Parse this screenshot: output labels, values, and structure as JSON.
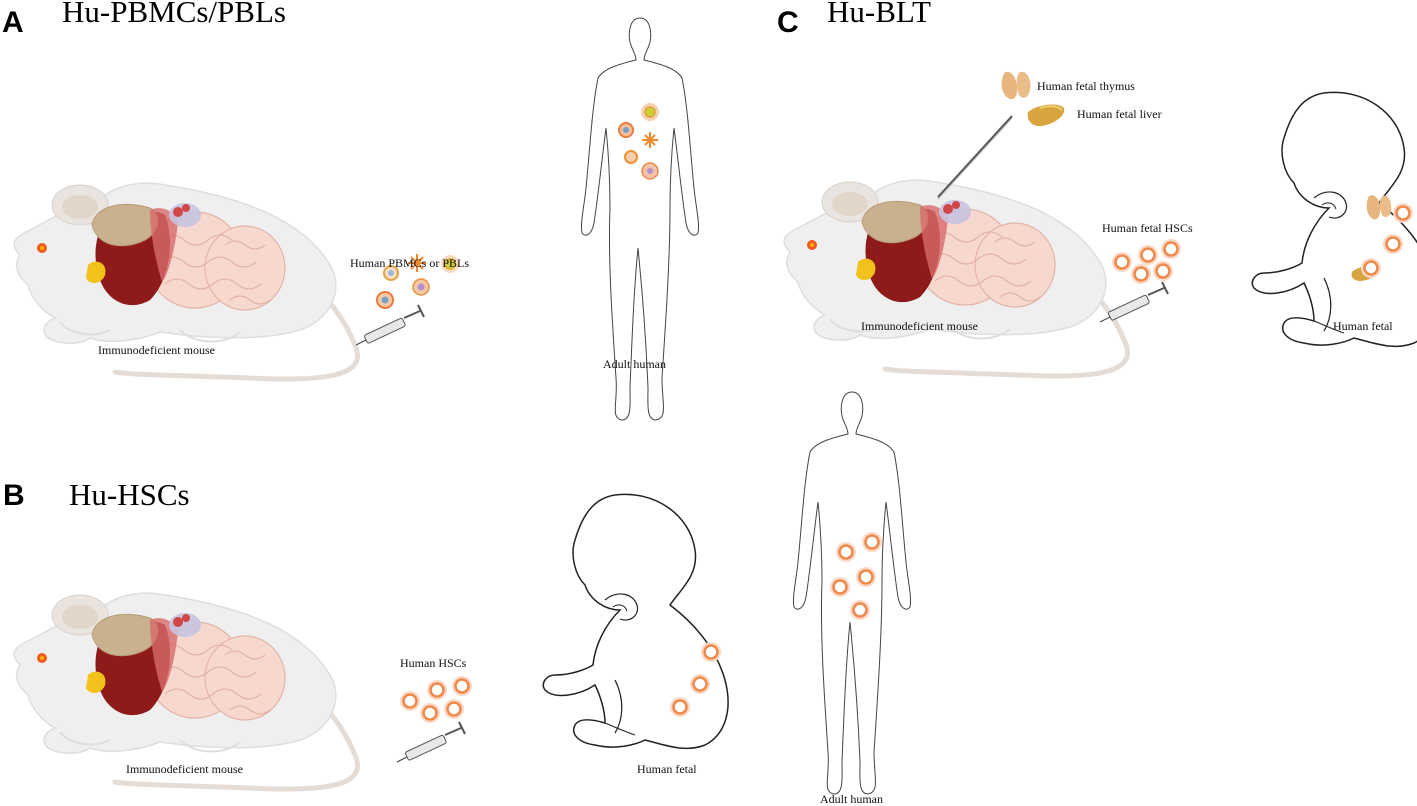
{
  "panels": {
    "a": {
      "letter": "A",
      "title": "Hu-PBMCs/PBLs",
      "mouse_label": "Immunodeficient mouse",
      "cells_label": "Human PBMCs or PBLs",
      "donor_label": "Adult human"
    },
    "b": {
      "letter": "B",
      "title": "Hu-HSCs",
      "mouse_label": "Immunodeficient mouse",
      "cells_label": "Human  HSCs",
      "fetal_label": "Human fetal",
      "donor_label": "Adult human"
    },
    "c": {
      "letter": "C",
      "title": "Hu-BLT",
      "thymus_label": "Human fetal thymus",
      "liver_label": "Human fetal liver",
      "cells_label": "Human fetal HSCs",
      "mouse_label": "Immunodeficient mouse",
      "fetal_label": "Human fetal"
    }
  },
  "colors": {
    "mouse_body": "#efefef",
    "mouse_outline": "#dcdcdc",
    "liver": "#8e1a1a",
    "stomach": "#c9b08f",
    "intestine": "#f6d8cf",
    "hsc_ring": "#f08a4b",
    "hsc_halo": "#fbd9c8",
    "thymus": "#e7b57e",
    "fetal_liver": "#d8a43e"
  }
}
